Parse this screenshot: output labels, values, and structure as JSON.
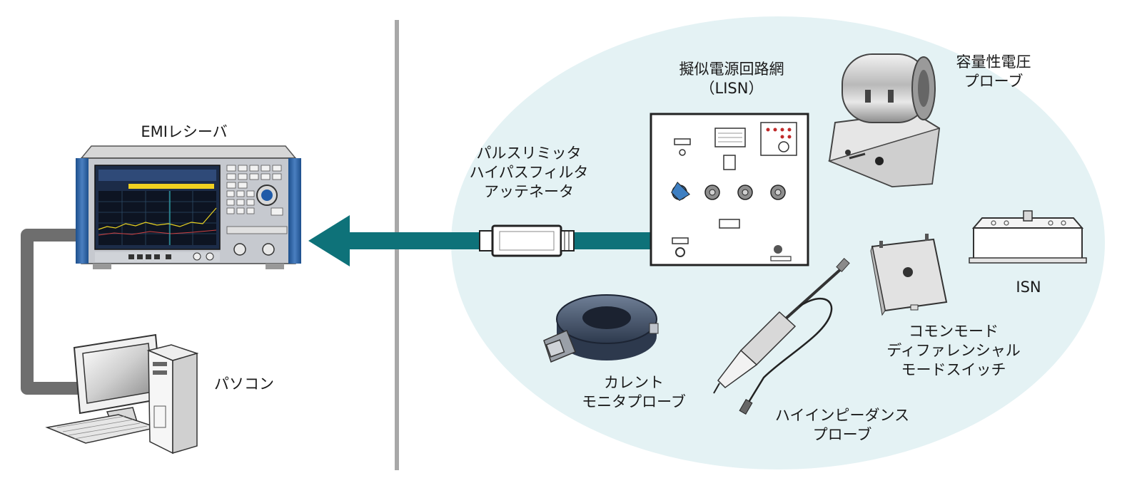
{
  "labels": {
    "emi_receiver": "EMIレシーバ",
    "pc": "パソコン",
    "lisn": [
      "擬似電源回路網",
      "（LISN）"
    ],
    "capacitive_probe": [
      "容量性電圧",
      "プローブ"
    ],
    "pulse_limiter": [
      "パルスリミッタ",
      "ハイパスフィルタ",
      "アッテネータ"
    ],
    "isn": "ISN",
    "switch": [
      "コモンモード",
      "ディファレンシャル",
      "モードスイッチ"
    ],
    "current_probe": [
      "カレント",
      "モニタプローブ"
    ],
    "hi_z_probe": [
      "ハイインピーダンス",
      "プローブ"
    ]
  },
  "colors": {
    "ellipse": "#e4f2f4",
    "arrow": "#0e7279",
    "divider": "#a8a8a8",
    "cable": "#6e6e6e",
    "screen_highlight": "#f0d020"
  },
  "icons": [
    "emi-receiver-icon",
    "pc-icon",
    "lisn-icon",
    "capacitive-probe-icon",
    "isn-icon",
    "mode-switch-icon",
    "current-probe-icon",
    "hi-z-probe-icon",
    "pulse-limiter-icon"
  ]
}
